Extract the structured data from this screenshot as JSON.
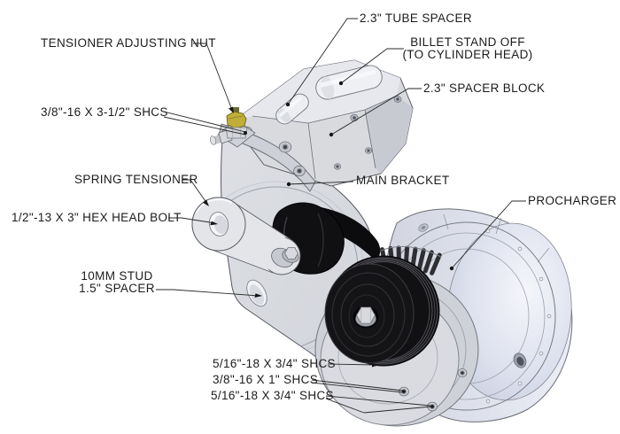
{
  "figure": {
    "type": "exploded-parts-callout-diagram",
    "subject": "Supercharger mounting bracket assembly",
    "background": "#ffffff"
  },
  "colors": {
    "part_gray": "#d7d9de",
    "part_light": "#eceef2",
    "housing_tint": "#dde0ec",
    "pulley_black": "#141417",
    "nut_yellow": "#bfae3a",
    "edge_stroke": "#565a60",
    "leader_line": "#2a2a2a",
    "label_text": "#1b1b1b"
  },
  "callouts": {
    "tube_spacer": {
      "text": "2.3\" TUBE SPACER"
    },
    "tensioner_nut": {
      "text": "TENSIONER ADJUSTING NUT"
    },
    "billet_standoff": {
      "text": "BILLET STAND OFF\n(TO CYLINDER HEAD)"
    },
    "spacer_block": {
      "text": "2.3\" SPACER BLOCK"
    },
    "shcs_3_8_3_5": {
      "text": "3/8\"-16 X 3-1/2\" SHCS"
    },
    "spring_tensioner": {
      "text": "SPRING TENSIONER"
    },
    "main_bracket": {
      "text": "MAIN BRACKET"
    },
    "procharger": {
      "text": "PROCHARGER"
    },
    "hex_bolt": {
      "text": "1/2\"-13 X 3\" HEX HEAD BOLT"
    },
    "stud_spacer": {
      "text": "10MM STUD\n1.5\" SPACER"
    },
    "shcs_5_16_a": {
      "text": "5/16\"-18 X 3/4\" SHCS"
    },
    "shcs_3_8_1": {
      "text": "3/8\"-16 X 1\" SHCS"
    },
    "shcs_5_16_b": {
      "text": "5/16\"-18 X 3/4\" SHCS"
    }
  }
}
